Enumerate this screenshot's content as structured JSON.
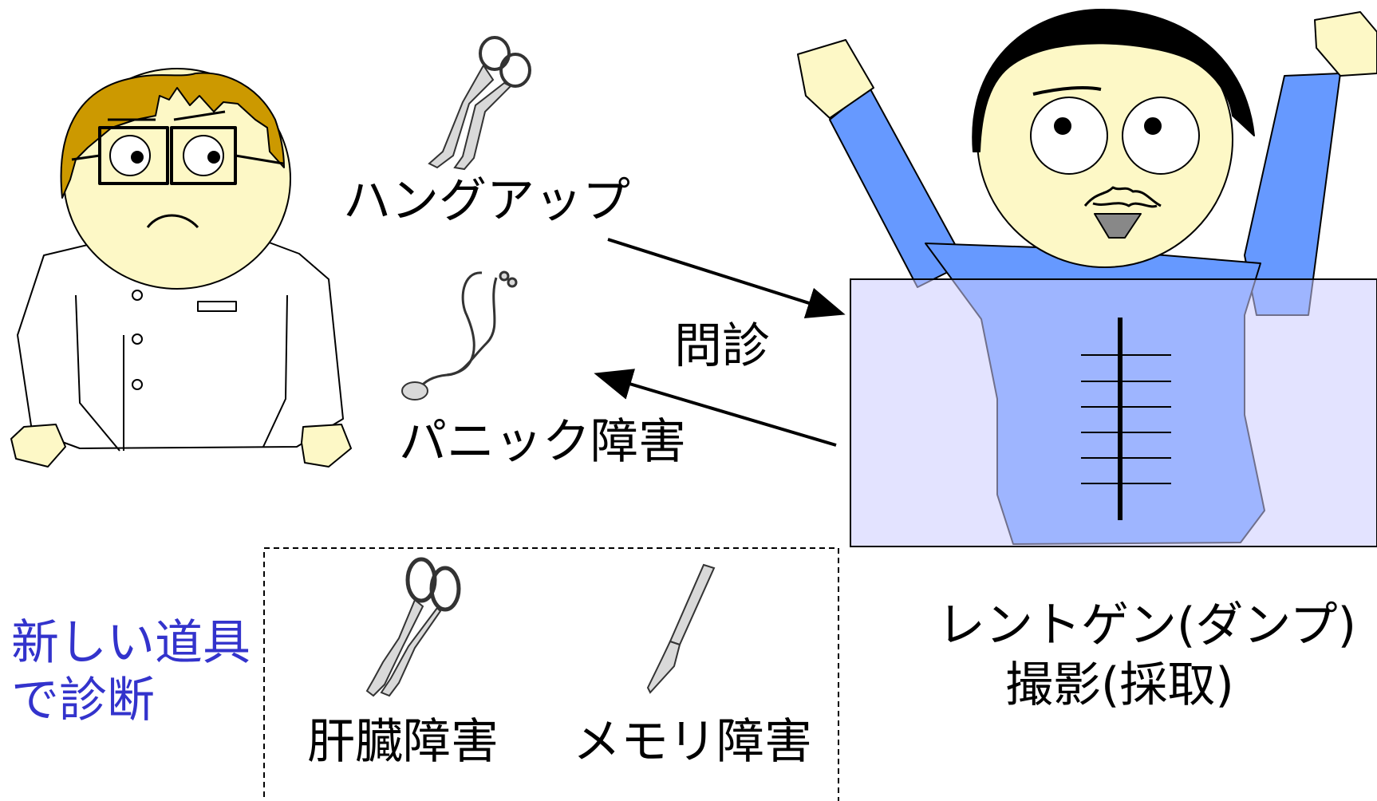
{
  "labels": {
    "hangup": "ハングアップ",
    "panic": "パニック障害",
    "monshin": "問診",
    "new_tools": "新しい道具で診断",
    "liver": "肝臓障害",
    "memory": "メモリ障害",
    "xray_line1": "レントゲン(ダンプ)",
    "xray_line2": "撮影(採取)"
  },
  "colors": {
    "skin": "#fdf8c6",
    "hair_brown": "#cc9900",
    "hair_black": "#000000",
    "shirt_blue": "#6699ff",
    "xray_panel": "#ccccff",
    "new_tools_text": "#3333cc",
    "instrument_gray": "#d9d9d9"
  },
  "icons": [
    "forceps-icon",
    "stethoscope-icon",
    "scissors-icon",
    "scalpel-icon"
  ]
}
